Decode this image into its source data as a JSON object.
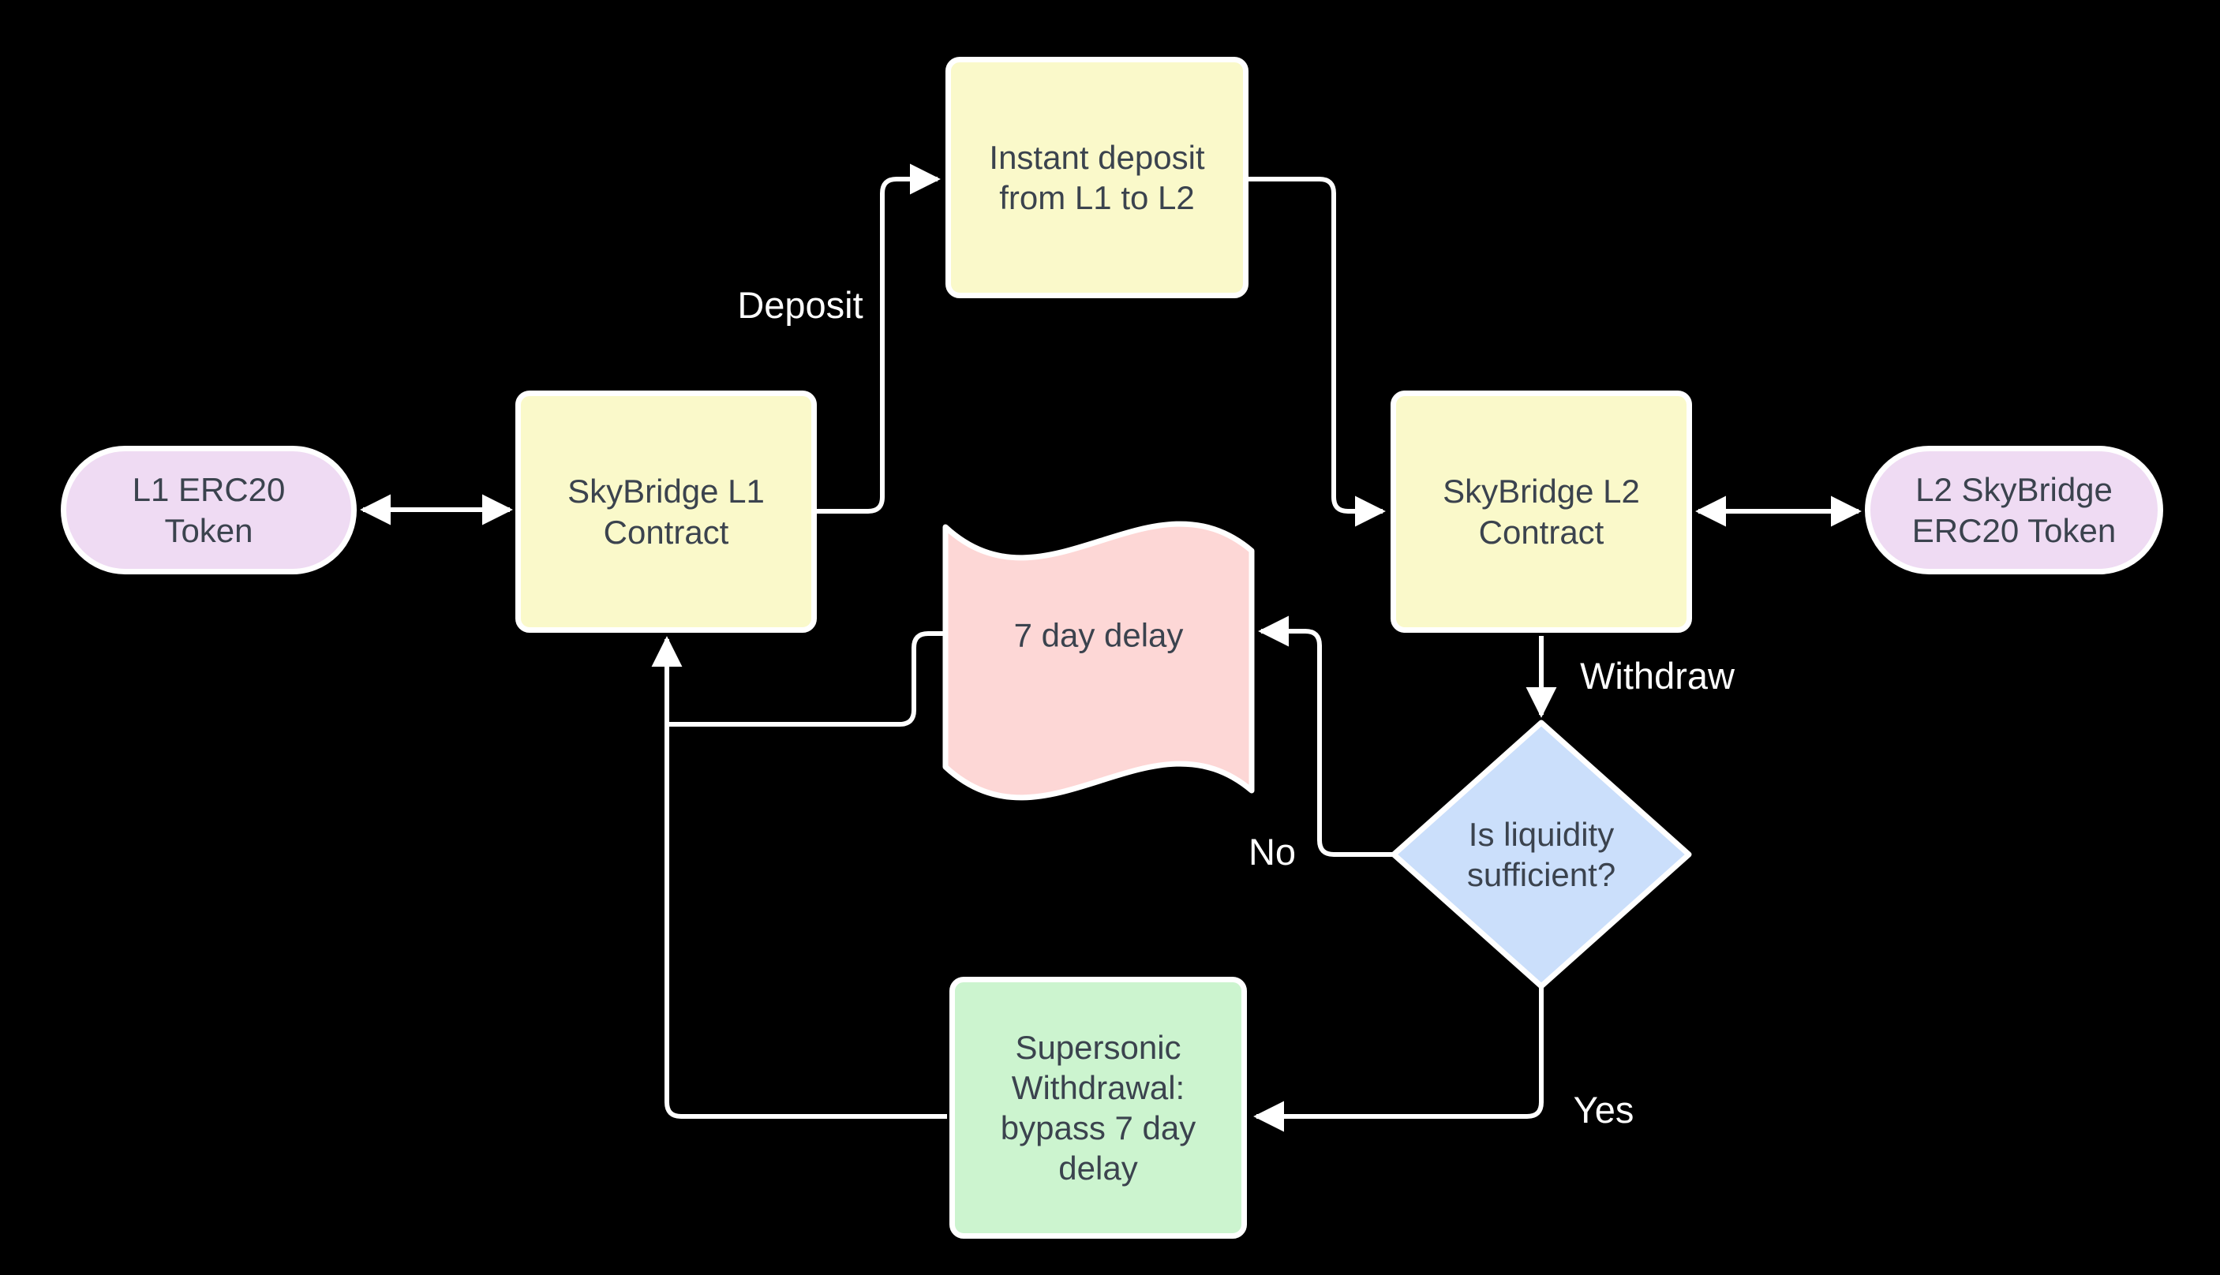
{
  "colors": {
    "background": "#000000",
    "connector": "#FFFFFF",
    "node_text": "#3B434E",
    "edge_label_text": "#FFFFFF",
    "yellow_process": "#FAF9CA",
    "lavender_terminator": "#EFDBF3",
    "pink_delay": "#FDD7D6",
    "blue_decision": "#CBDFFB",
    "green_action": "#CCF4CF"
  },
  "nodes": {
    "l1_token": {
      "label": "L1 ERC20 Token",
      "shape": "pill"
    },
    "l1_contract": {
      "label": "SkyBridge L1 Contract",
      "shape": "rectangle"
    },
    "instant_deposit": {
      "label": "Instant deposit from L1 to L2",
      "shape": "rectangle"
    },
    "l2_contract": {
      "label": "SkyBridge L2 Contract",
      "shape": "rectangle"
    },
    "l2_token": {
      "label": "L2 SkyBridge ERC20 Token",
      "shape": "pill"
    },
    "delay_flag": {
      "label": "7 day delay",
      "shape": "tape"
    },
    "liquidity_decision": {
      "label": "Is liquidity sufficient?",
      "shape": "diamond"
    },
    "supersonic_withdrawal": {
      "label": "Supersonic Withdrawal: bypass 7 day delay",
      "shape": "rectangle"
    }
  },
  "edge_labels": {
    "deposit": "Deposit",
    "withdraw": "Withdraw",
    "no": "No",
    "yes": "Yes"
  }
}
